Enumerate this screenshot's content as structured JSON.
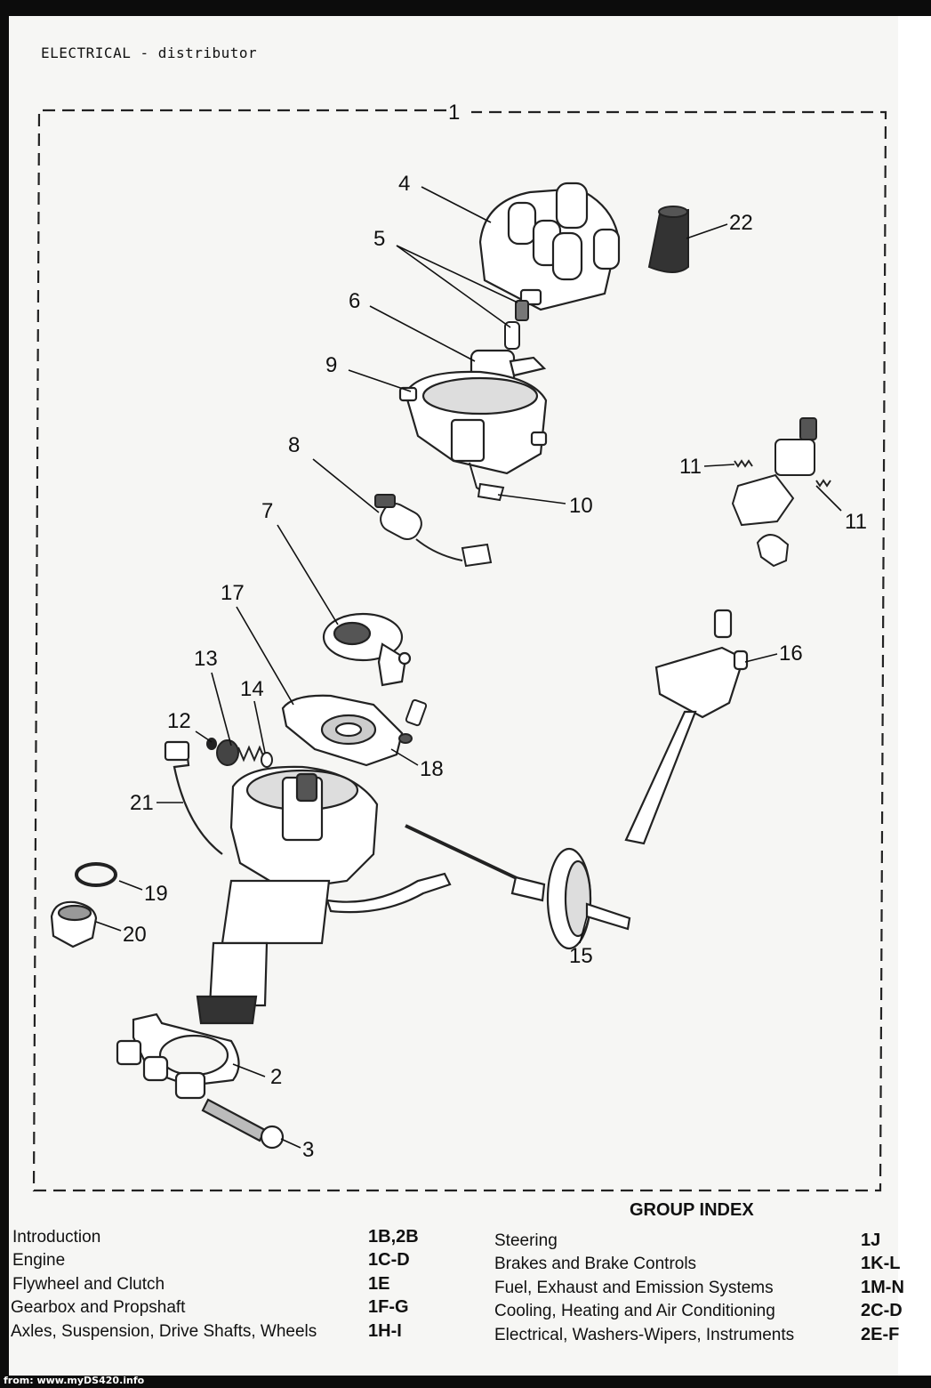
{
  "header": {
    "title": "ELECTRICAL - distributor"
  },
  "callouts": {
    "c1": "1",
    "c2": "2",
    "c3": "3",
    "c4": "4",
    "c5": "5",
    "c6": "6",
    "c7": "7",
    "c8": "8",
    "c9": "9",
    "c10": "10",
    "c11a": "11",
    "c11b": "11",
    "c12": "12",
    "c13": "13",
    "c14": "14",
    "c15": "15",
    "c16": "16",
    "c17": "17",
    "c18": "18",
    "c19": "19",
    "c20": "20",
    "c21": "21",
    "c22": "22"
  },
  "group_index": {
    "title": "GROUP INDEX",
    "left": [
      {
        "label": "Introduction",
        "code": "1B,2B"
      },
      {
        "label": "Engine",
        "code": "1C-D"
      },
      {
        "label": "Flywheel and Clutch",
        "code": "1E"
      },
      {
        "label": "Gearbox and Propshaft",
        "code": "1F-G"
      },
      {
        "label": "Axles, Suspension, Drive Shafts, Wheels",
        "code": "1H-I"
      }
    ],
    "right": [
      {
        "label": "Steering",
        "code": "1J"
      },
      {
        "label": "Brakes and Brake Controls",
        "code": "1K-L"
      },
      {
        "label": "Fuel, Exhaust and Emission Systems",
        "code": "1M-N"
      },
      {
        "label": "Cooling, Heating and Air Conditioning",
        "code": "2C-D"
      },
      {
        "label": "Electrical, Washers-Wipers, Instruments",
        "code": "2E-F"
      }
    ]
  },
  "footer": {
    "source": "from: www.myDS420.info"
  }
}
